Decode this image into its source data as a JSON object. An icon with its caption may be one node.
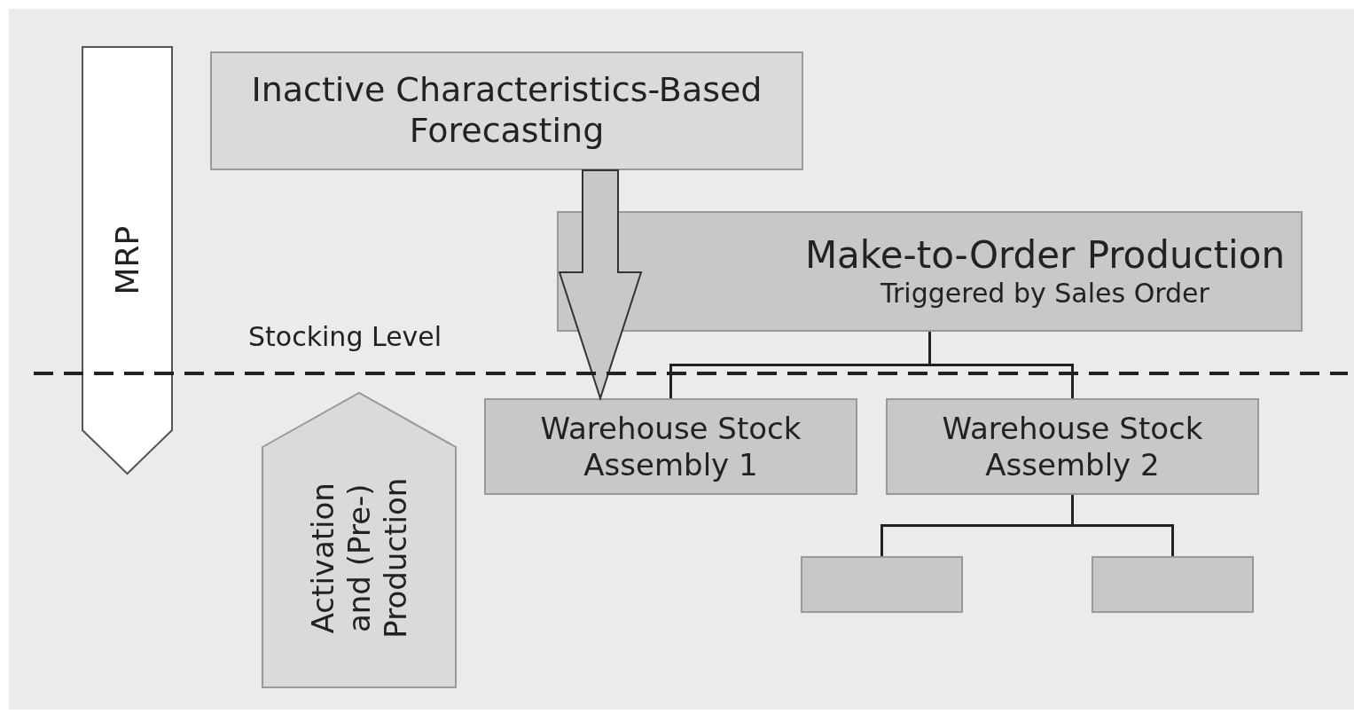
{
  "diagram": {
    "nodes": [
      {
        "text": [
          "MRP"
        ]
      },
      {
        "text": [
          "Inactive Characteristics-Based Forecasting"
        ]
      },
      {
        "text": [
          "Make-to-Order Production",
          "Triggered by Sales Order"
        ]
      },
      {
        "text": [
          "Warehouse Stock Assembly 1"
        ]
      },
      {
        "text": [
          "Warehouse Stock Assembly 2"
        ]
      },
      {
        "text": [
          "Activation and (Pre-) Production"
        ]
      },
      {
        "text": [],
        "shape": "box"
      },
      {
        "text": [],
        "shape": "box"
      }
    ],
    "edges": [
      {
        "from": 1,
        "to": 3,
        "arrow": "to",
        "style": "thick"
      },
      {
        "from": 2,
        "to": 3,
        "arrow": "none"
      },
      {
        "from": 2,
        "to": 4,
        "arrow": "none"
      },
      {
        "from": 4,
        "to": 6,
        "arrow": "none"
      },
      {
        "from": 4,
        "to": 7,
        "arrow": "none"
      }
    ],
    "labels": [
      "Stocking Level"
    ]
  }
}
